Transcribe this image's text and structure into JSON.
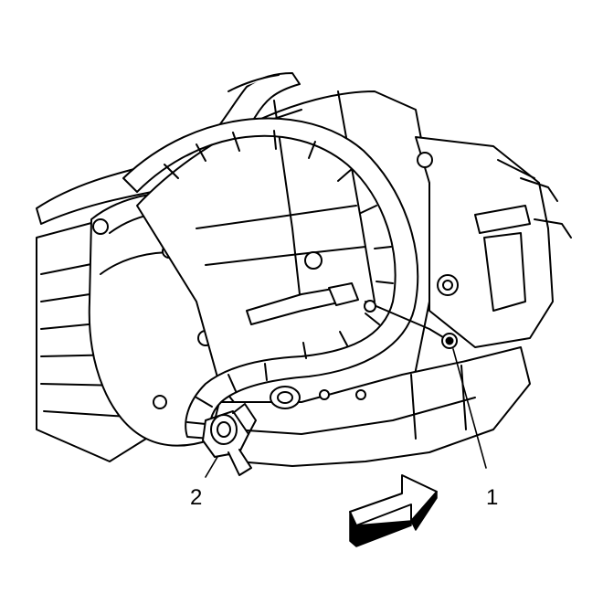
{
  "callouts": [
    {
      "id": "1",
      "label": "1"
    },
    {
      "id": "2",
      "label": "2"
    }
  ],
  "icons": {
    "direction_arrow": "front-direction-arrow-icon",
    "fastener": "bolt-icon",
    "connector": "electrical-connector-icon"
  },
  "colors": {
    "line": "#000000",
    "background": "#ffffff",
    "fill": "#ffffff"
  }
}
